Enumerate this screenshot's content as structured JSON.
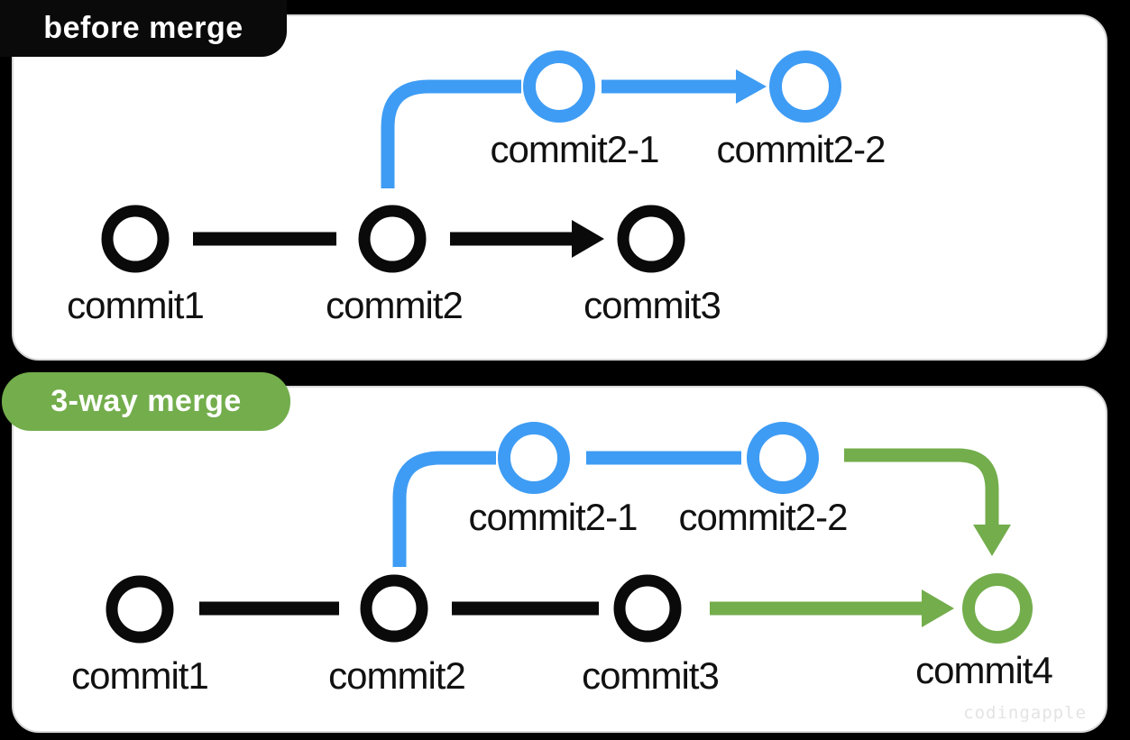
{
  "panel1": {
    "badge_label": "before merge",
    "main_labels": [
      "commit1",
      "commit2",
      "commit3"
    ],
    "branch_labels": [
      "commit2-1",
      "commit2-2"
    ]
  },
  "panel2": {
    "badge_label": "3-way merge",
    "main_labels": [
      "commit1",
      "commit2",
      "commit3",
      "commit4"
    ],
    "branch_labels": [
      "commit2-1",
      "commit2-2"
    ]
  },
  "watermark": "codingapple",
  "colors": {
    "background": "#000000",
    "panel_background": "#FFFFFF",
    "panel_border": "#D9D9D9",
    "main_branch_black": "#0A0A0A",
    "feature_branch_blue": "#3E9CF4",
    "merge_green": "#73AD4C",
    "badge_before_bg": "#0A0A0A",
    "badge_merge_bg": "#73AD4C",
    "badge_text": "#FFFFFF",
    "label_text": "#111111",
    "watermark_text": "#E4E4E4"
  }
}
